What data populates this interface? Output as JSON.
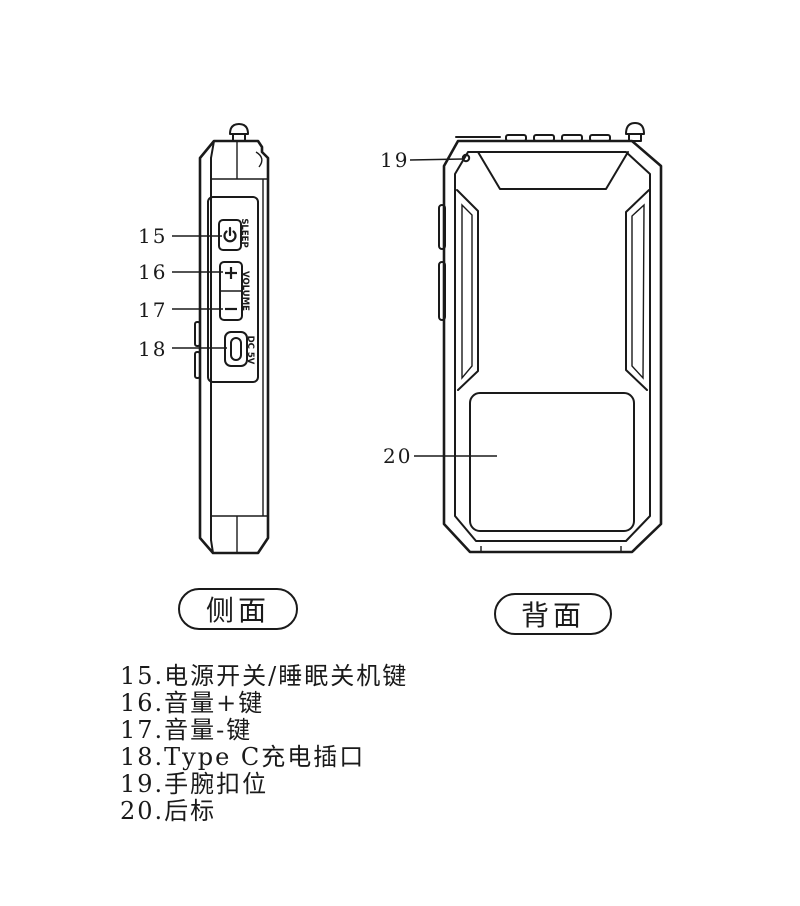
{
  "side_view": {
    "caption": "侧面",
    "sleep_label": "SLEEP",
    "volume_label": "VOLUME",
    "dc_label": "DC 5V"
  },
  "back_view": {
    "caption": "背面"
  },
  "callouts": [
    "15",
    "16",
    "17",
    "18",
    "19",
    "20"
  ],
  "legend": [
    "15.电源开关/睡眠关机键",
    "16.音量+键",
    "17.音量-键",
    "18.Type C充电插口",
    "19.手腕扣位",
    "20.后标"
  ],
  "colors": {
    "ink": "#1a1a1a",
    "background": "#ffffff"
  }
}
